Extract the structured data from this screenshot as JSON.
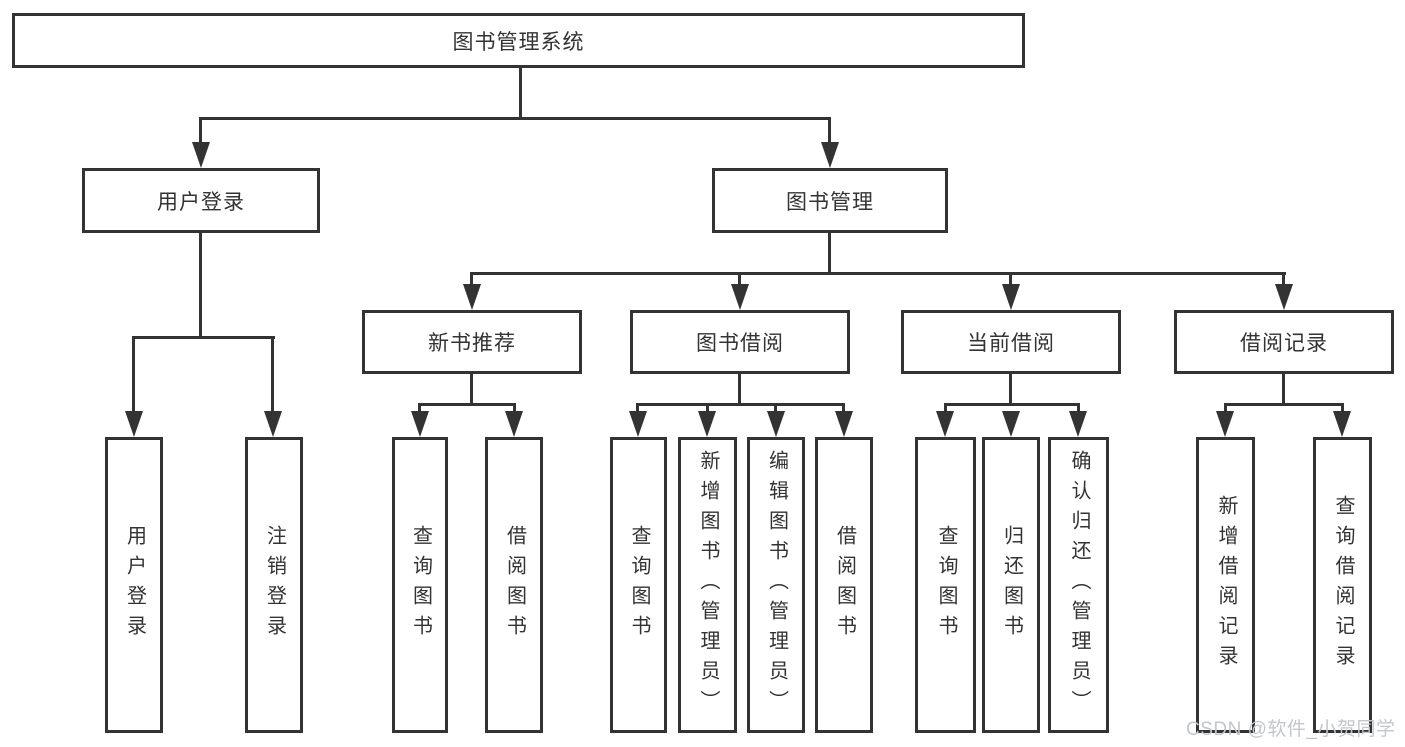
{
  "diagram": {
    "root": "图书管理系统",
    "level2": [
      "用户登录",
      "图书管理"
    ],
    "level3": [
      "新书推荐",
      "图书借阅",
      "当前借阅",
      "借阅记录"
    ],
    "leaves": {
      "login": [
        "用户登录",
        "注销登录"
      ],
      "new_book": [
        "查询图书",
        "借阅图书"
      ],
      "book_borrow": [
        "查询图书",
        "新增图书（管理员）",
        "编辑图书（管理员）",
        "借阅图书"
      ],
      "current_borrow": [
        "查询图书",
        "归还图书",
        "确认归还（管理员）"
      ],
      "borrow_record": [
        "新增借阅记录",
        "查询借阅记录"
      ]
    },
    "watermark": "CSDN @软件_小贺同学",
    "colors": {
      "line": "#333333",
      "text": "#333333",
      "watermark": "#c3c6cb",
      "background": "#ffffff"
    }
  }
}
